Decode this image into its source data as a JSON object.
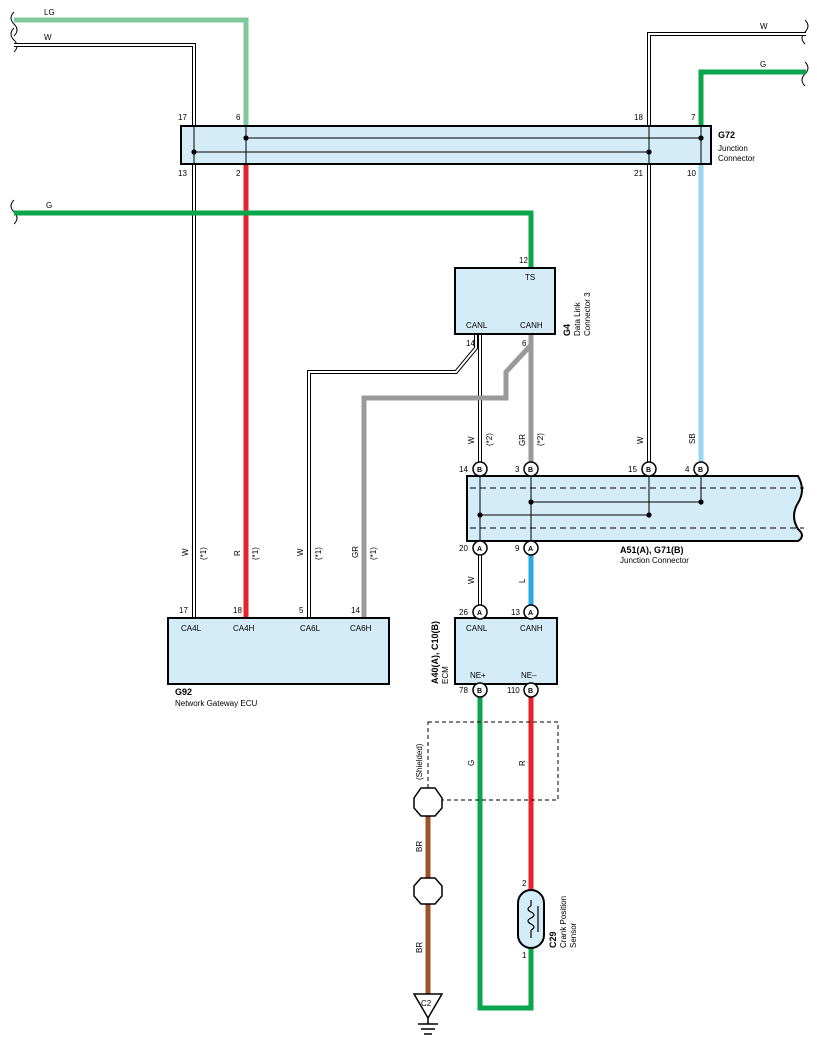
{
  "wire_colors": {
    "LG": "#7fc99a",
    "G": "#0aa64b",
    "R": "#e8212b",
    "GR": "#9a9a9a",
    "L": "#2aa6e0",
    "SB": "#99d6f2",
    "BR": "#a0522d",
    "W": "#ffffff"
  },
  "component_fill": "#d4ecf8",
  "top_left_wires": {
    "lg": "LG",
    "w": "W"
  },
  "top_right_wires": {
    "w": "W",
    "g": "G"
  },
  "mid_left_wire": {
    "g": "G"
  },
  "g72": {
    "code": "G72",
    "line1": "Junction",
    "line2": "Connector",
    "pins_top": [
      "17",
      "6",
      "18",
      "7"
    ],
    "pins_bottom": [
      "13",
      "2",
      "21",
      "10"
    ]
  },
  "g4": {
    "code": "G4",
    "line1": "Data Link",
    "line2": "Connector 3",
    "terminal_ts": "TS",
    "terminal_canl": "CANL",
    "terminal_canh": "CANH",
    "pin_ts": "12",
    "pin_canl": "14",
    "pin_canh": "6"
  },
  "a51": {
    "code": "A51(A), G71(B)",
    "name": "Junction Connector",
    "top_pins": [
      "14",
      "3",
      "15",
      "4"
    ],
    "top_letters": [
      "B",
      "B",
      "B",
      "B"
    ],
    "bottom_pins": [
      "20",
      "9"
    ],
    "bottom_letters": [
      "A",
      "A"
    ]
  },
  "vertical_labels": {
    "w_star2": "W",
    "star2_a": "(*2)",
    "gr_star2": "GR",
    "star2_b": "(*2)",
    "w_right": "W",
    "sb_right": "SB",
    "w_ecm": "W",
    "l_ecm": "L",
    "w_g92_a": "W",
    "star1_a": "(*1)",
    "r_g92": "R",
    "star1_b": "(*1)",
    "w_g92_b": "W",
    "star1_c": "(*1)",
    "gr_g92": "GR",
    "star1_d": "(*1)",
    "shielded": "(Shielded)",
    "g_ne": "G",
    "r_ne": "R",
    "br_top": "BR",
    "br_bottom": "BR"
  },
  "g92": {
    "code": "G92",
    "name": "Network Gateway ECU",
    "pins": [
      "17",
      "18",
      "5",
      "14"
    ],
    "terminals": [
      "CA4L",
      "CA4H",
      "CA6L",
      "CA6H"
    ]
  },
  "ecm": {
    "code": "A40(A), C10(B)",
    "name": "ECM",
    "top_pins": [
      "26",
      "13"
    ],
    "top_letters": [
      "A",
      "A"
    ],
    "top_terminals": [
      "CANL",
      "CANH"
    ],
    "bottom_terminals": [
      "NE+",
      "NE–"
    ],
    "bottom_pins": [
      "78",
      "110"
    ],
    "bottom_letters": [
      "B",
      "B"
    ]
  },
  "c29": {
    "code": "C29",
    "line1": "Crank Position",
    "line2": "Sensor",
    "pin_top": "2",
    "pin_bottom": "1"
  },
  "ground": {
    "label": "C2"
  }
}
